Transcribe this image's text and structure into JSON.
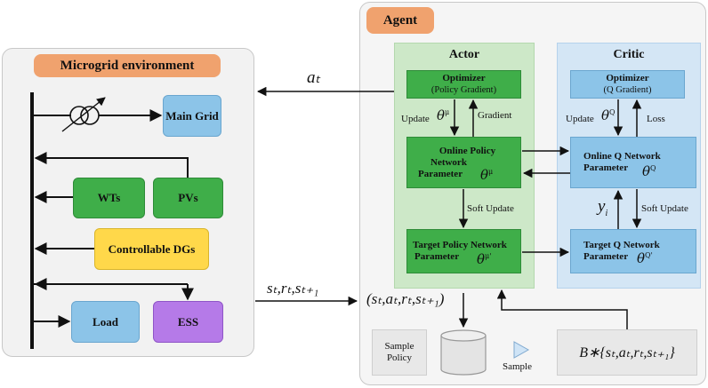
{
  "agent": {
    "title": "Agent",
    "actor": {
      "title": "Actor",
      "optimizer": "Optimizer",
      "optimizer_sub": "(Policy Gradient)",
      "update_label": "Update",
      "gradient_label": "Gradient",
      "online_line1": "Online Policy",
      "online_line2": "Network",
      "online_line3": "Parameter",
      "soft_update_label": "Soft Update",
      "target_line1": "Target Policy Network",
      "target_line2": "Parameter",
      "theta": "θ",
      "theta_sup_mu": "μ",
      "theta_sup_mu_prime": "μ'"
    },
    "critic": {
      "title": "Critic",
      "optimizer": "Optimizer",
      "optimizer_sub": "(Q Gradient)",
      "update_label": "Update",
      "loss_label": "Loss",
      "online_line1": "Online Q Network",
      "online_line2": "Parameter",
      "soft_update_label": "Soft Update",
      "target_line1": "Target Q Network",
      "target_line2": "Parameter",
      "y_label": "y",
      "y_sub": "i",
      "theta": "θ",
      "theta_sup_q": "Q",
      "theta_sup_q_prime": "Q'"
    },
    "buffer": {
      "sample_policy": "Sample Policy",
      "replay": "R",
      "sample_label": "Sample",
      "batch": "B∗{sₜ,aₜ,rₜ,sₜ₊₁}",
      "transition": "(sₜ,aₜ,rₜ,sₜ₊₁)"
    }
  },
  "environment": {
    "title": "Microgrid environment",
    "main_grid": "Main Grid",
    "wts": "WTs",
    "pvs": "PVs",
    "controllable_dgs": "Controllable DGs",
    "load": "Load",
    "ess": "ESS"
  },
  "signals": {
    "action": "aₜ",
    "observation": "sₜ,rₜ,sₜ₊₁"
  },
  "colors": {
    "actor_bg": "#cde8c8",
    "critic_bg": "#d4e6f5",
    "green_box": "#3fae49",
    "blue_box": "#8cc4e8",
    "title_pill": "#f0a26e",
    "yellow_box": "#ffd84a",
    "purple_box": "#b57ae8",
    "env_bg": "#f2f2f2"
  }
}
